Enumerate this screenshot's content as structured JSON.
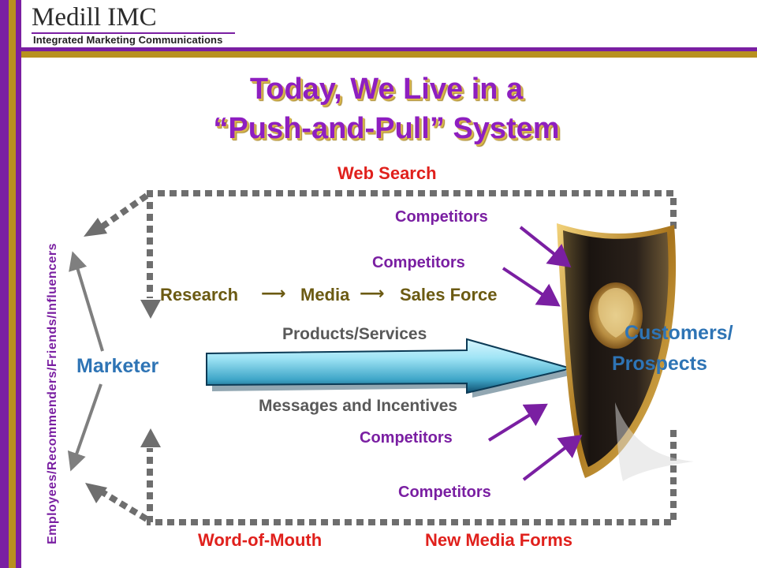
{
  "logo": {
    "name": "Medill IMC",
    "subtitle": "Integrated Marketing Communications"
  },
  "title": {
    "line1": "Today, We Live in a",
    "line2": "“Push-and-Pull” System"
  },
  "labels": {
    "web_search": "Web Search",
    "word_of_mouth": "Word-of-Mouth",
    "new_media_forms": "New Media Forms",
    "influencers": "Employees/Recommenders/Friends/Influencers",
    "marketer": "Marketer",
    "customers": "Customers/",
    "prospects": "Prospects",
    "products_services": "Products/Services",
    "messages_incentives": "Messages and Incentives",
    "research": "Research",
    "media": "Media",
    "sales_force": "Sales Force",
    "arrow_glyph": "⟶"
  },
  "competitors": [
    "Competitors",
    "Competitors",
    "Competitors",
    "Competitors"
  ],
  "colors": {
    "purple": "#7a1fa2",
    "gold": "#b8911f",
    "red": "#e0201c",
    "grey": "#595959",
    "olive": "#6b5a12",
    "blue": "#2e74b5",
    "dotted": "#6e6e6e"
  }
}
